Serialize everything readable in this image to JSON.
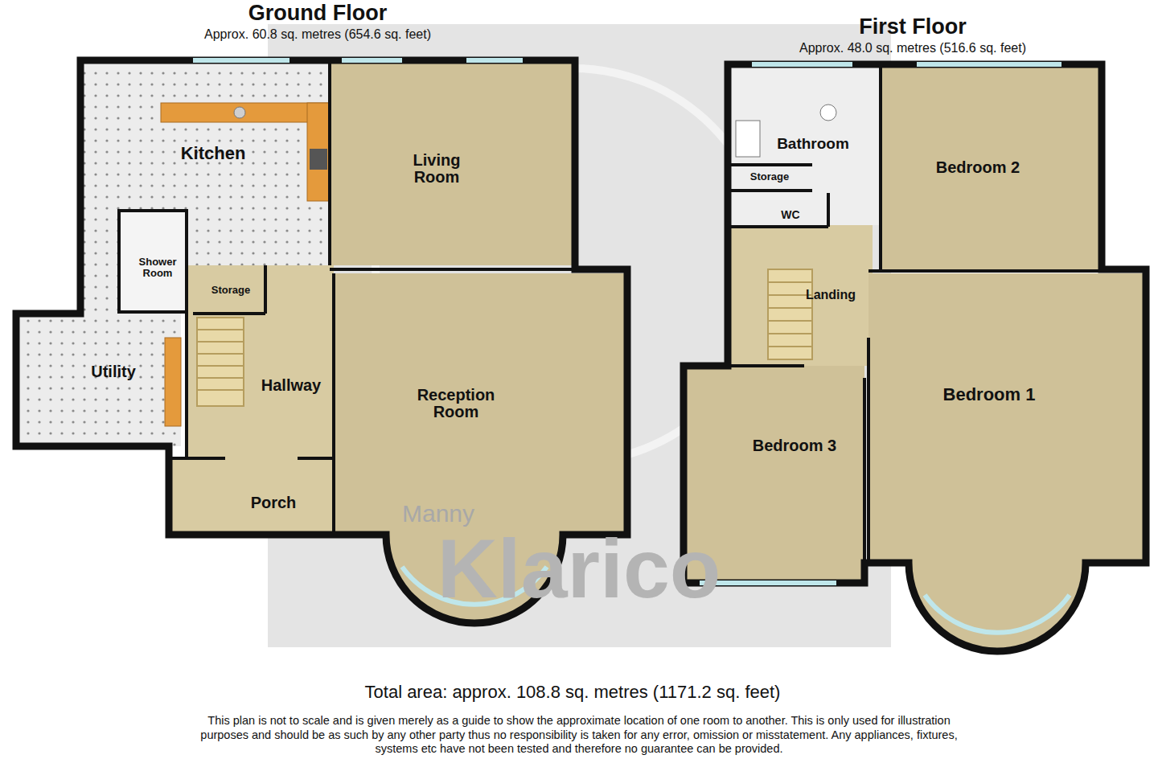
{
  "diagram": {
    "caption": "Total area: approx. 108.8 sq. metres (1171.2 sq. feet)",
    "nodes": [
      {
        "text": [
          "Ground Floor",
          "Approx. 60.8 sq. metres (654.6 sq. feet)"
        ]
      },
      {
        "text": [
          "Kitchen"
        ],
        "in": 0
      },
      {
        "text": [
          "Living Room"
        ],
        "in": 0
      },
      {
        "text": [
          "Shower Room"
        ],
        "in": 0
      },
      {
        "text": [
          "Storage"
        ],
        "in": 0
      },
      {
        "text": [
          "Hallway"
        ],
        "in": 0
      },
      {
        "text": [
          "Utility"
        ],
        "in": 0
      },
      {
        "text": [
          "Reception Room"
        ],
        "in": 0
      },
      {
        "text": [
          "Porch"
        ],
        "in": 0
      },
      {
        "text": [
          "First Floor",
          "Approx. 48.0 sq. metres (516.6 sq. feet)"
        ]
      },
      {
        "text": [
          "Bathroom"
        ],
        "in": 9
      },
      {
        "text": [
          "Bedroom 2"
        ],
        "in": 9
      },
      {
        "text": [
          "Storage"
        ],
        "in": 9
      },
      {
        "text": [
          "WC"
        ],
        "in": 9
      },
      {
        "text": [
          "Landing"
        ],
        "in": 9
      },
      {
        "text": [
          "Bedroom 3"
        ],
        "in": 9
      },
      {
        "text": [
          "Bedroom 1"
        ],
        "in": 9
      }
    ],
    "labels": [
      "This plan is not to scale and is given merely as a guide to show the approximate location of one room to another. This is only used for illustration purposes and should be as such by any other party thus no responsibility is taken for any error, omission or misstatement. Any appliances, fixtures, systems etc have not been tested and therefore no guarantee can be provided.",
      "Manny",
      "Klarico"
    ]
  }
}
